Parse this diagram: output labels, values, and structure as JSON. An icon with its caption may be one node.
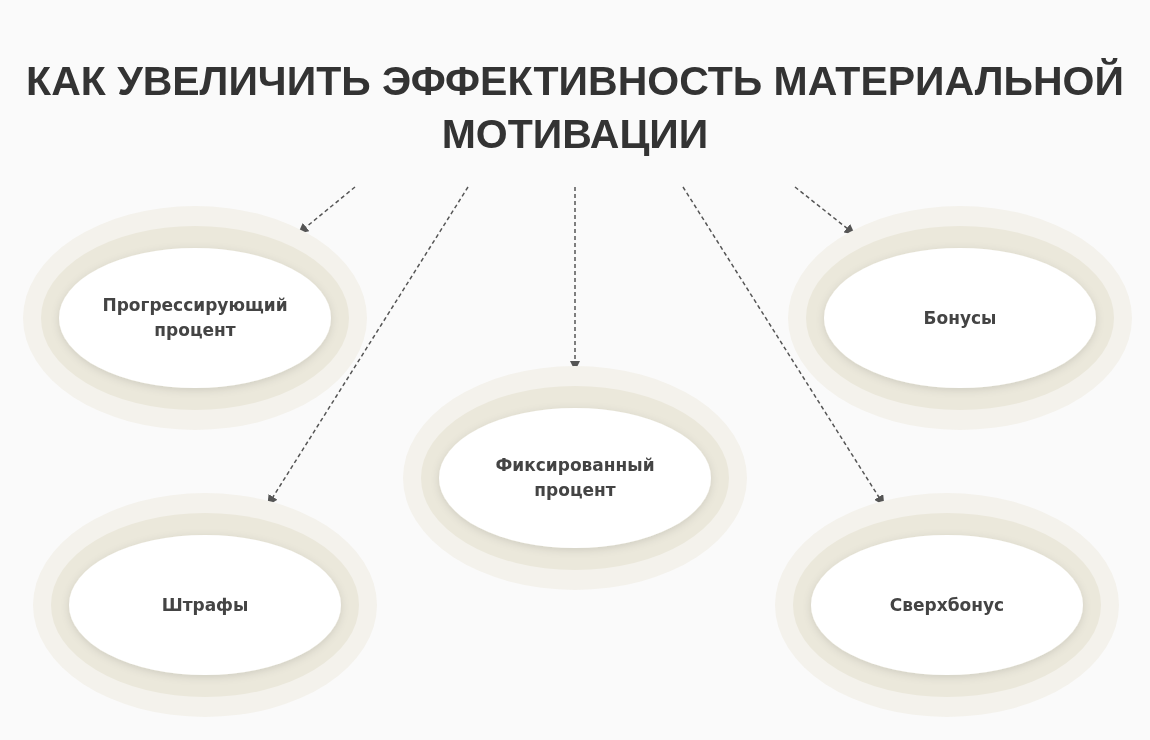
{
  "diagram": {
    "title": "КАК УВЕЛИЧИТЬ ЭФФЕКТИВНОСТЬ МАТЕРИАЛЬНОЙ МОТИВАЦИИ",
    "nodes": [
      {
        "text": [
          "Прогрессирующий процент"
        ]
      },
      {
        "text": [
          "Бонусы"
        ]
      },
      {
        "text": [
          "Фиксированный процент"
        ]
      },
      {
        "text": [
          "Штрафы"
        ]
      },
      {
        "text": [
          "Сверхбонус"
        ]
      }
    ],
    "edges": [
      {
        "from": null,
        "to": 0,
        "arrow": "to",
        "style": "dashed"
      },
      {
        "from": null,
        "to": 3,
        "arrow": "to",
        "style": "dashed"
      },
      {
        "from": null,
        "to": 2,
        "arrow": "to",
        "style": "dashed"
      },
      {
        "from": null,
        "to": 4,
        "arrow": "to",
        "style": "dashed"
      },
      {
        "from": null,
        "to": 1,
        "arrow": "to",
        "style": "dashed"
      }
    ]
  }
}
